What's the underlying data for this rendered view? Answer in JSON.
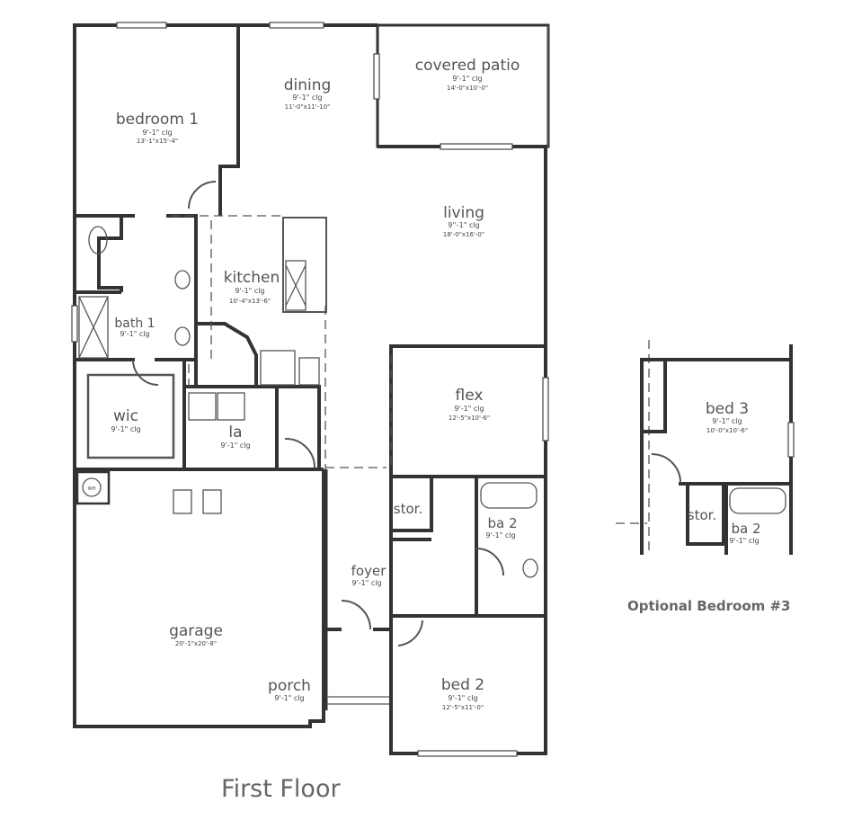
{
  "first_floor": {
    "caption": "First Floor",
    "rooms": [
      {
        "name": "bedroom 1",
        "ceiling": "9'-1\" clg",
        "size": "13'-1\"x15'-4\""
      },
      {
        "name": "dining",
        "ceiling": "9'-1\" clg",
        "size": "11'-0\"x11'-10\""
      },
      {
        "name": "covered patio",
        "ceiling": "9'-1\" clg",
        "size": "14'-0\"x10'-0\""
      },
      {
        "name": "living",
        "ceiling": "9''-1\" clg",
        "size": "18'-0\"x16'-0\""
      },
      {
        "name": "kitchen",
        "ceiling": "9'-1\" clg",
        "size": "10'-4\"x13'-6\""
      },
      {
        "name": "bath 1",
        "ceiling": "9'-1\" clg"
      },
      {
        "name": "wic",
        "ceiling": "9'-1\" clg"
      },
      {
        "name": "la",
        "ceiling": "9'-1\" clg"
      },
      {
        "name": "flex",
        "ceiling": "9'-1\" clg",
        "size": "12'-5\"x10'-6\""
      },
      {
        "name": "stor."
      },
      {
        "name": "ba 2",
        "ceiling": "9'-1\" clg"
      },
      {
        "name": "foyer",
        "ceiling": "9'-1\" clg"
      },
      {
        "name": "garage",
        "size": "20'-1\"x20'-8\""
      },
      {
        "name": "porch",
        "ceiling": "9'-1\" clg"
      },
      {
        "name": "bed 2",
        "ceiling": "9'-1\" clg",
        "size": "12'-5\"x11'-0\""
      }
    ],
    "water_heater_label": "WH"
  },
  "optional": {
    "caption": "Optional Bedroom #3",
    "rooms": [
      {
        "name": "bed 3",
        "ceiling": "9'-1\" clg",
        "size": "10'-0\"x10'-6\""
      },
      {
        "name": "stor."
      },
      {
        "name": "ba 2",
        "ceiling": "9'-1\" clg"
      }
    ]
  }
}
